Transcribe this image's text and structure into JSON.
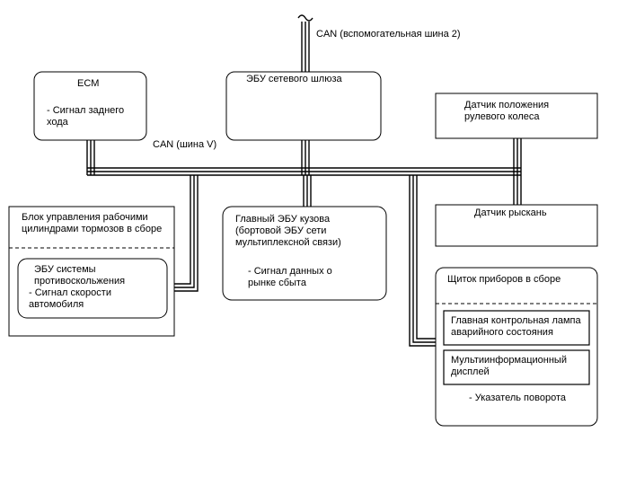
{
  "diagram": {
    "can_aux2_label": "CAN (вспомогательная шина 2)",
    "can_v_label": "CAN (шина V)",
    "nodes": {
      "ecm": {
        "title": "ECM",
        "text": "- Сигнал заднего\nхода"
      },
      "gateway": {
        "title": "ЭБУ сетевого шлюза"
      },
      "steering_sensor": {
        "title": "Датчик положения\nрулевого колеса"
      },
      "brake_block": {
        "title": "Блок управления рабочими\nцилиндрами тормозов в сборе",
        "inner_title": "ЭБУ системы\nпротивоскольжения",
        "inner_text": "- Сигнал скорости\nавтомобиля"
      },
      "body_ecu": {
        "title": "Главный ЭБУ кузова\n(бортовой ЭБУ сети\nмультиплексной связи)",
        "text": "- Сигнал данных о\nрынке сбыта"
      },
      "yaw_sensor": {
        "title": "Датчик рыскань"
      },
      "instrument_cluster": {
        "title": "Щиток приборов в сборе",
        "warning_lamp": "Главная контрольная лампа\nаварийного состояния",
        "multi_display": "Мультиинформационный\nдисплей",
        "turn_indicator": "- Указатель поворота"
      }
    }
  }
}
